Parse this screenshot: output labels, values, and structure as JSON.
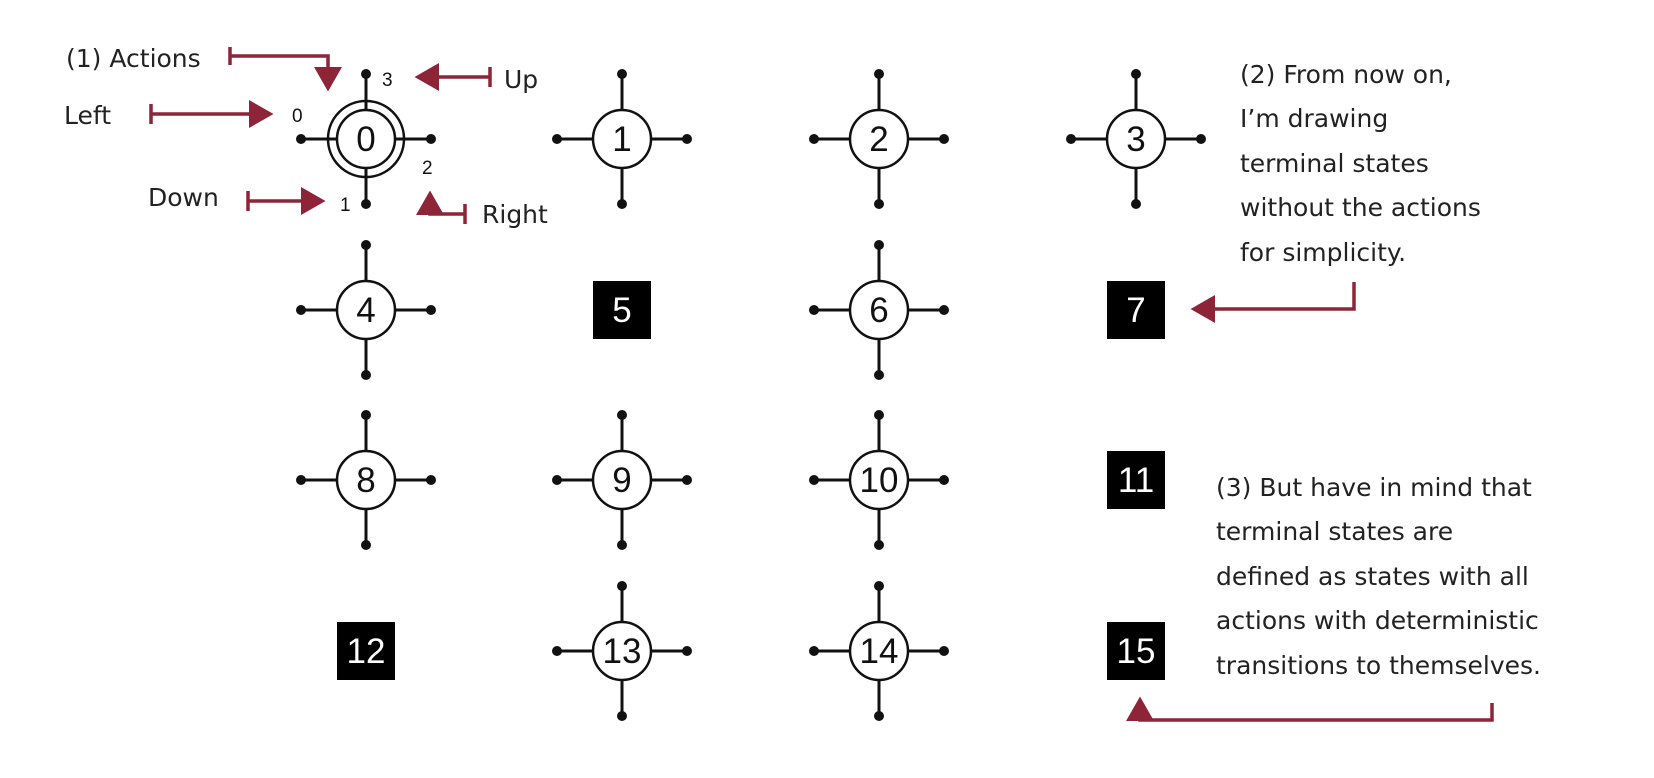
{
  "colors": {
    "arrow": "#8e2437",
    "node": "#111111",
    "terminal_fill": "#000000",
    "terminal_text": "#ffffff"
  },
  "grid": {
    "states": [
      {
        "id": "0",
        "terminal": false
      },
      {
        "id": "1",
        "terminal": false
      },
      {
        "id": "2",
        "terminal": false
      },
      {
        "id": "3",
        "terminal": false
      },
      {
        "id": "4",
        "terminal": false
      },
      {
        "id": "5",
        "terminal": true
      },
      {
        "id": "6",
        "terminal": false
      },
      {
        "id": "7",
        "terminal": true
      },
      {
        "id": "8",
        "terminal": false
      },
      {
        "id": "9",
        "terminal": false
      },
      {
        "id": "10",
        "terminal": false
      },
      {
        "id": "11",
        "terminal": true
      },
      {
        "id": "12",
        "terminal": true
      },
      {
        "id": "13",
        "terminal": false
      },
      {
        "id": "14",
        "terminal": false
      },
      {
        "id": "15",
        "terminal": true
      }
    ]
  },
  "action_indices": {
    "left": "0",
    "down": "1",
    "right": "2",
    "up": "3"
  },
  "labels": {
    "actions": "(1) Actions",
    "left": "Left",
    "up": "Up",
    "down": "Down",
    "right": "Right"
  },
  "note2": {
    "lines": [
      "(2) From now on,",
      "I’m drawing",
      "terminal states",
      "without the actions",
      "for simplicity."
    ]
  },
  "note3": {
    "lines": [
      "(3) But have in mind that",
      "terminal states are",
      "defined as states with all",
      "actions with deterministic",
      "transitions to themselves."
    ]
  }
}
